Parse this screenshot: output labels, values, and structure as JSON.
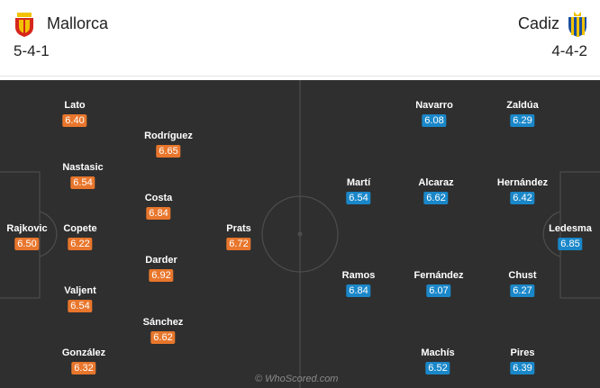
{
  "home": {
    "name": "Mallorca",
    "formation": "5-4-1",
    "crest_icon": "mallorca-crest-icon",
    "color": "#e8762c",
    "players": [
      {
        "name": "Rajkovic",
        "rating": "6.50"
      },
      {
        "name": "Lato",
        "rating": "6.40"
      },
      {
        "name": "Nastasic",
        "rating": "6.54"
      },
      {
        "name": "Copete",
        "rating": "6.22"
      },
      {
        "name": "Valjent",
        "rating": "6.54"
      },
      {
        "name": "González",
        "rating": "6.32"
      },
      {
        "name": "Rodríguez",
        "rating": "6.65"
      },
      {
        "name": "Costa",
        "rating": "6.84"
      },
      {
        "name": "Darder",
        "rating": "6.92"
      },
      {
        "name": "Sánchez",
        "rating": "6.62"
      },
      {
        "name": "Prats",
        "rating": "6.72"
      }
    ]
  },
  "away": {
    "name": "Cadiz",
    "formation": "4-4-2",
    "crest_icon": "cadiz-crest-icon",
    "color": "#1a87c9",
    "players": [
      {
        "name": "Ledesma",
        "rating": "6.85"
      },
      {
        "name": "Zaldúa",
        "rating": "6.29"
      },
      {
        "name": "Hernández",
        "rating": "6.42"
      },
      {
        "name": "Chust",
        "rating": "6.27"
      },
      {
        "name": "Pires",
        "rating": "6.39"
      },
      {
        "name": "Navarro",
        "rating": "6.08"
      },
      {
        "name": "Alcaraz",
        "rating": "6.62"
      },
      {
        "name": "Fernández",
        "rating": "6.07"
      },
      {
        "name": "Machís",
        "rating": "6.52"
      },
      {
        "name": "Martí",
        "rating": "6.54"
      },
      {
        "name": "Ramos",
        "rating": "6.84"
      }
    ]
  },
  "watermark": "© WhoScored.com"
}
